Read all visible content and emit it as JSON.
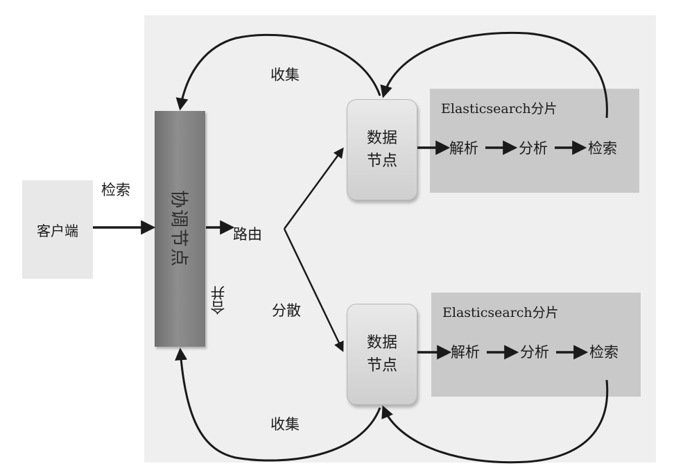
{
  "client": {
    "label": "客户端"
  },
  "coordinator": {
    "label": "协调节点"
  },
  "labels": {
    "search": "检索",
    "route": "路由",
    "merge": "合并",
    "scatter": "分散",
    "collect_top": "收集",
    "collect_bottom": "收集"
  },
  "data_nodes": [
    {
      "label": "数据节点"
    },
    {
      "label": "数据节点"
    }
  ],
  "shards": [
    {
      "title": "Elasticsearch分片",
      "steps": [
        "解析",
        "分析",
        "检索"
      ]
    },
    {
      "title": "Elasticsearch分片",
      "steps": [
        "解析",
        "分析",
        "检索"
      ]
    }
  ]
}
